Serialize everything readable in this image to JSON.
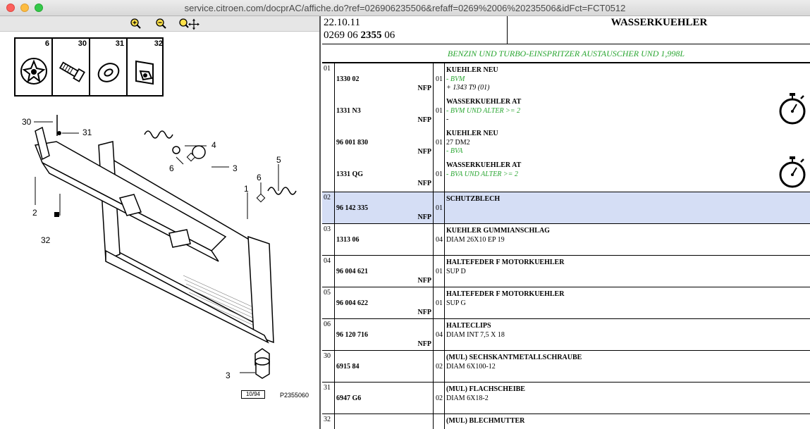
{
  "window": {
    "url": "service.citroen.com/docprAC/affiche.do?ref=026906235506&refaff=0269%2006%20235506&idFct=FCT0512"
  },
  "toolbar": {
    "tools": [
      "zoom-in-icon",
      "zoom-out-icon",
      "zoom-pan-icon"
    ]
  },
  "legend": [
    {
      "num": "6",
      "icon": "star-washer-icon"
    },
    {
      "num": "30",
      "icon": "bolt-icon"
    },
    {
      "num": "31",
      "icon": "flat-washer-icon"
    },
    {
      "num": "32",
      "icon": "cage-nut-icon"
    }
  ],
  "diagram": {
    "callouts": [
      "30",
      "31",
      "4",
      "6",
      "3",
      "5",
      "6",
      "1",
      "2",
      "32",
      "3"
    ],
    "date_box": "10/94",
    "plate_code": "P2355060"
  },
  "header": {
    "date": "22.10.11",
    "ref_prefix": "0269 06 ",
    "ref_bold": "2355",
    "ref_suffix": " 06",
    "title": "WASSERKUEHLER"
  },
  "subheader": "BENZIN UND TURBO-EINSPRITZER AUSTAUSCHER UND 1,998L",
  "groups": [
    {
      "num": "01",
      "entries": [
        {
          "ref": "1330 02",
          "nfp": "NFP",
          "qty": "01",
          "name": "KUEHLER NEU",
          "lines": [
            {
              "text": "- BVM",
              "green": true
            },
            {
              "text": "+ 1343 T9 (01)",
              "green": false,
              "italic": true
            }
          ],
          "stopwatch": false
        },
        {
          "ref": "1331 N3",
          "nfp": "NFP",
          "qty": "01",
          "name": "WASSERKUEHLER AT",
          "lines": [
            {
              "text": "- BVM UND ALTER >= 2",
              "green": true
            },
            {
              "text": "-",
              "green": false
            }
          ],
          "stopwatch": true
        },
        {
          "ref": "96 001 830",
          "nfp": "NFP",
          "qty": "01",
          "name": "KUEHLER NEU",
          "lines": [
            {
              "text": "27 DM2",
              "green": false
            },
            {
              "text": "- BVA",
              "green": true
            }
          ],
          "stopwatch": false
        },
        {
          "ref": "1331 QG",
          "nfp": "NFP",
          "qty": "01",
          "name": "WASSERKUEHLER AT",
          "lines": [
            {
              "text": "- BVA UND ALTER >= 2",
              "green": true
            }
          ],
          "stopwatch": true
        }
      ]
    },
    {
      "num": "02",
      "selected": true,
      "entries": [
        {
          "ref": "96 142 335",
          "nfp": "NFP",
          "qty": "01",
          "name": "SCHUTZBLECH",
          "lines": []
        }
      ]
    },
    {
      "num": "03",
      "entries": [
        {
          "ref": "1313 06",
          "nfp": "",
          "qty": "04",
          "name": "KUEHLER GUMMIANSCHLAG",
          "lines": [
            {
              "text": "DIAM 26X10 EP 19",
              "green": false
            }
          ]
        }
      ]
    },
    {
      "num": "04",
      "entries": [
        {
          "ref": "96 004 621",
          "nfp": "NFP",
          "qty": "01",
          "name": "HALTEFEDER F MOTORKUEHLER",
          "lines": [
            {
              "text": "SUP D",
              "green": false
            }
          ]
        }
      ]
    },
    {
      "num": "05",
      "entries": [
        {
          "ref": "96 004 622",
          "nfp": "NFP",
          "qty": "01",
          "name": "HALTEFEDER F MOTORKUEHLER",
          "lines": [
            {
              "text": "SUP G",
              "green": false
            }
          ]
        }
      ]
    },
    {
      "num": "06",
      "entries": [
        {
          "ref": "96 120 716",
          "nfp": "NFP",
          "qty": "04",
          "name": "HALTECLIPS",
          "lines": [
            {
              "text": "DIAM INT 7,5 X 18",
              "green": false
            }
          ]
        }
      ]
    },
    {
      "num": "30",
      "entries": [
        {
          "ref": "6915 84",
          "nfp": "",
          "qty": "02",
          "name": "(MUL) SECHSKANTMETALLSCHRAUBE",
          "lines": [
            {
              "text": "DIAM 6X100-12",
              "green": false
            }
          ]
        }
      ]
    },
    {
      "num": "31",
      "entries": [
        {
          "ref": "6947 G6",
          "nfp": "",
          "qty": "02",
          "name": "(MUL) FLACHSCHEIBE",
          "lines": [
            {
              "text": "DIAM 6X18-2",
              "green": false
            }
          ]
        }
      ]
    },
    {
      "num": "32",
      "entries": [
        {
          "ref": "",
          "nfp": "",
          "qty": "",
          "name": "(MUL) BLECHMUTTER",
          "lines": []
        }
      ]
    }
  ]
}
